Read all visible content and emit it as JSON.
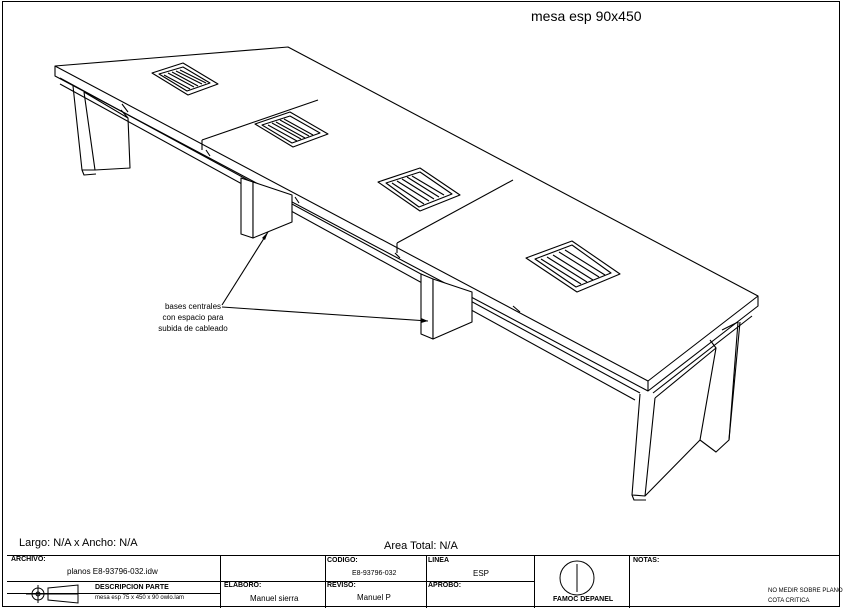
{
  "drawing": {
    "title": "mesa esp 90x450",
    "dimensions_text": "Largo: N/A x Ancho: N/A",
    "area_text": "Area Total: N/A",
    "annotation": "bases centrales\ncon espacio para\nsubida de cableado"
  },
  "title_block": {
    "archivo_label": "ARCHIVO:",
    "archivo_value": "planos E8-93796-032.idw",
    "descripcion_label": "DESCRIPCION PARTE",
    "descripcion_value": "mesa esp 75 x 450 x 90 owlo.lam",
    "codigo_label": "CODIGO:",
    "codigo_value": "E8-93796-032",
    "linea_label": "LINEA",
    "linea_value": "ESP",
    "elaboro_label": "ELABORO:",
    "elaboro_value": "Manuel sierra",
    "reviso_label": "REVISO:",
    "reviso_value": "Manuel P",
    "aprobo_label": "APROBO:",
    "aprobo_value": "",
    "logo_text": "FAMOC DEPANEL",
    "notas_label": "NOTAS:",
    "note1": "NO MEDIR SOBRE PLANO",
    "note2": "COTA CRITICA"
  }
}
